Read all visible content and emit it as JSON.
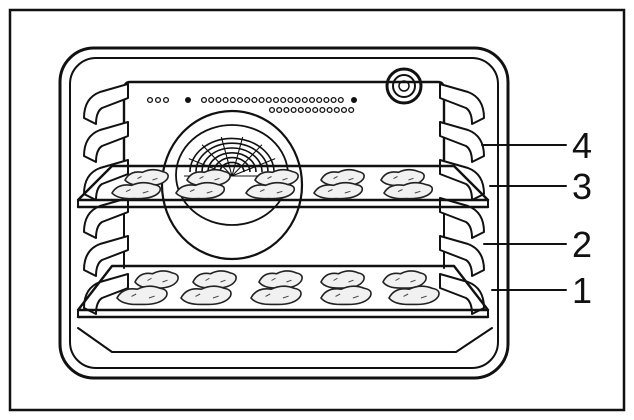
{
  "diagram": {
    "labels": [
      "4",
      "3",
      "2",
      "1"
    ],
    "rack_levels": [
      1,
      3
    ],
    "food_rows_per_rack": 2,
    "food_pieces_per_row": 5,
    "colors": {
      "stroke": "#111111",
      "background": "#ffffff",
      "food_fill": "#f1f1f1"
    }
  }
}
